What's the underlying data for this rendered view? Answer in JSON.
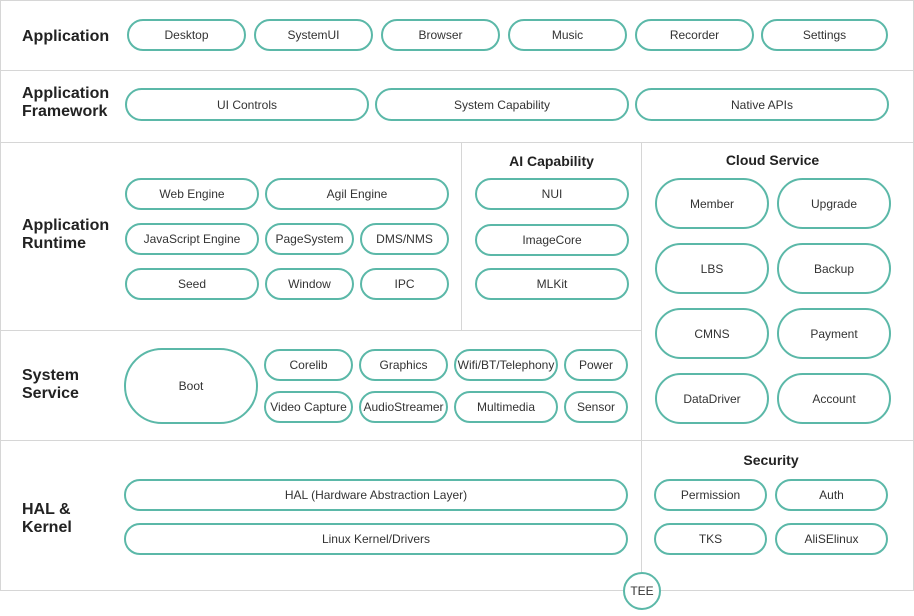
{
  "layers": {
    "application": {
      "title": "Application",
      "items": [
        "Desktop",
        "SystemUI",
        "Browser",
        "Music",
        "Recorder",
        "Settings"
      ]
    },
    "framework": {
      "title_line1": "Application",
      "title_line2": "Framework",
      "items": [
        "UI Controls",
        "System Capability",
        "Native APIs"
      ]
    },
    "runtime": {
      "title_line1": "Application",
      "title_line2": "Runtime",
      "items": [
        "Web Engine",
        "Agil Engine",
        "JavaScript Engine",
        "PageSystem",
        "DMS/NMS",
        "Seed",
        "Window",
        "IPC"
      ]
    },
    "ai": {
      "title": "AI Capability",
      "items": [
        "NUI",
        "ImageCore",
        "MLKit"
      ]
    },
    "cloud": {
      "title": "Cloud Service",
      "items": [
        "Member",
        "Upgrade",
        "LBS",
        "Backup",
        "CMNS",
        "Payment",
        "DataDriver",
        "Account"
      ]
    },
    "system": {
      "title_line1": "System",
      "title_line2": "Service",
      "items": [
        "Boot",
        "Corelib",
        "Graphics",
        "Wifi/BT/Telephony",
        "Power",
        "Video Capture",
        "AudioStreamer",
        "Multimedia",
        "Sensor"
      ]
    },
    "hal": {
      "title_line1": "HAL &",
      "title_line2": "Kernel",
      "items": [
        "HAL (Hardware Abstraction Layer)",
        "Linux Kernel/Drivers"
      ]
    },
    "security": {
      "title": "Security",
      "items": [
        "Permission",
        "Auth",
        "TKS",
        "AliSElinux"
      ]
    },
    "tee": "TEE"
  },
  "colors": {
    "pill_border": "#5bb8a8",
    "divider": "#d6d6d6",
    "text": "#333333"
  }
}
